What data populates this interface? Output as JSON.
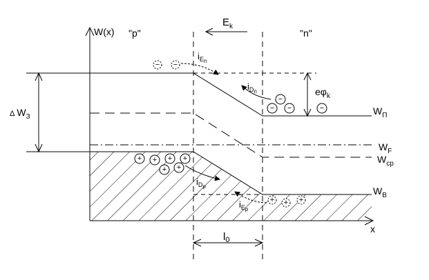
{
  "labels": {
    "y_axis": "W(x)",
    "x_axis": "x",
    "p_region": "\"p\"",
    "n_region": "\"n\"",
    "field": {
      "base": "E",
      "sub": "k"
    },
    "i_en": {
      "base": "i",
      "sub": "E",
      "subsub": "n"
    },
    "i_dn": {
      "base": "i",
      "sub": "D",
      "subsub": "n"
    },
    "i_dp": {
      "base": "i",
      "sub": "D",
      "subsub": "p"
    },
    "i_ep": {
      "base": "i",
      "sub": "E",
      "subsub": "p"
    },
    "barrier": {
      "base": "eφ",
      "sub": "k"
    },
    "gap": {
      "prefix": "Δ",
      "base": "W",
      "sub": "З"
    },
    "w_conduction": {
      "base": "W",
      "sub": "П"
    },
    "w_fermi": {
      "base": "W",
      "sub": "F"
    },
    "w_mid": {
      "base": "W",
      "sub": "ср"
    },
    "w_valence": {
      "base": "W",
      "sub": "В"
    },
    "width": {
      "base": "l",
      "sub": "0"
    }
  },
  "charges": {
    "minus_sign": "−",
    "plus_sign": "+"
  }
}
